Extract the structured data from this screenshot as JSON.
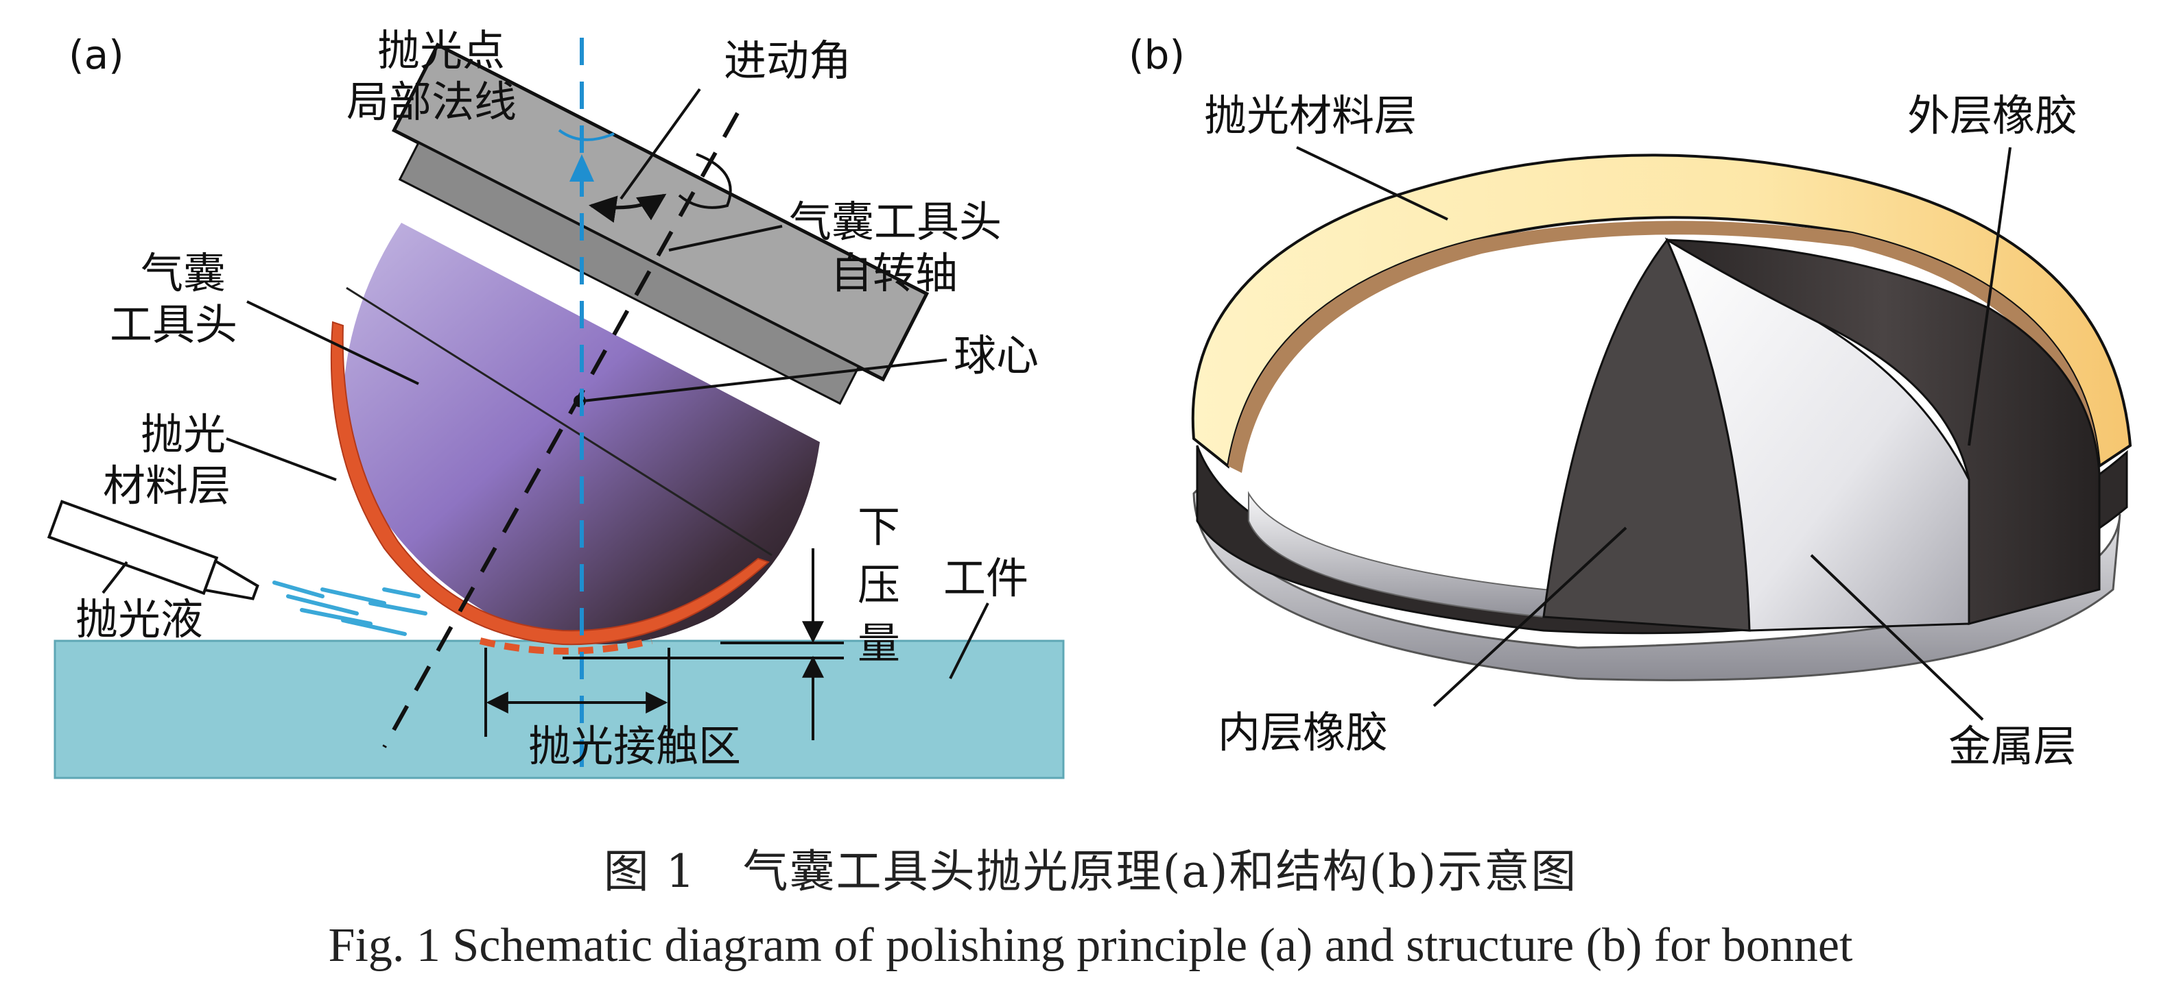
{
  "panel_a": {
    "label": "(a)",
    "normal_line": "抛光点局部法线",
    "normal_line_1": "抛光点",
    "normal_line_2": "局部法线",
    "precession_angle": "进动角",
    "spin_axis_1": "气囊工具头",
    "spin_axis_2": "自转轴",
    "bonnet_1": "气囊",
    "bonnet_2": "工具头",
    "sphere_center": "球心",
    "polish_layer_1": "抛光",
    "polish_layer_2": "材料层",
    "press_1": "下",
    "press_2": "压",
    "press_3": "量",
    "workpiece": "工件",
    "slurry": "抛光液",
    "contact_zone": "抛光接触区"
  },
  "panel_b": {
    "label": "(b)",
    "polish_layer": "抛光材料层",
    "outer_rubber": "外层橡胶",
    "inner_rubber": "内层橡胶",
    "metal_layer": "金属层"
  },
  "caption": {
    "cn": "图 1　气囊工具头抛光原理(a)和结构(b)示意图",
    "en": "Fig. 1  Schematic diagram of polishing principle (a) and structure (b) for bonnet"
  },
  "colors": {
    "workpiece": "#8ECBD6",
    "bonnet_top": "#B4A6D6",
    "bonnet_bottom": "#2A2025",
    "polish_layer_a": "#E0562A",
    "normal_axis": "#1F8FD0",
    "polish_layer_b": "#FCE3A0",
    "rubber_dark": "#2C2727",
    "metal": "#E8E8EC"
  }
}
